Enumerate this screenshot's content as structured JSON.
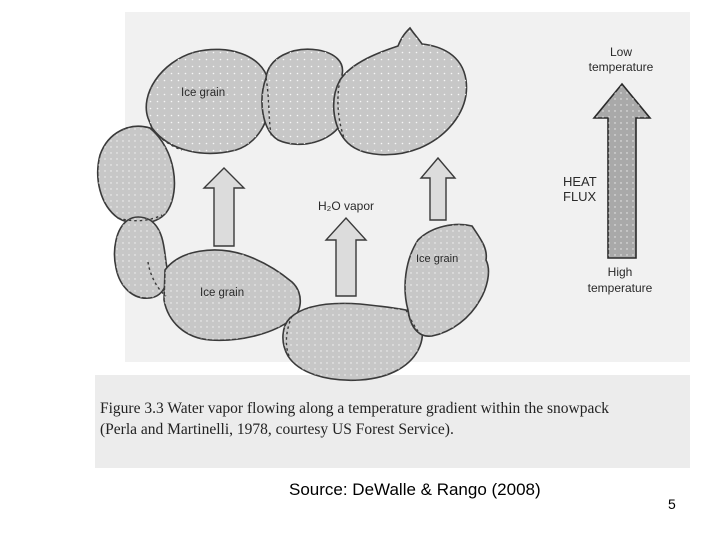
{
  "diagram": {
    "labels": {
      "ice_grain_top": "Ice grain",
      "ice_grain_right": "Ice grain",
      "ice_grain_bottom": "Ice grain",
      "h2o_vapor": "H₂O vapor",
      "heat_flux_line1": "HEAT",
      "heat_flux_line2": "FLUX",
      "low_line1": "Low",
      "low_line2": "temperature",
      "high_line1": "High",
      "high_line2": "temperature"
    },
    "caption": {
      "line1": "Figure 3.3  Water vapor flowing along a temperature gradient within the snowpack",
      "line2": "(Perla and Martinelli, 1978, courtesy US Forest Service)."
    }
  },
  "footer": {
    "source": "Source: DeWalle & Rango (2008)",
    "page_number": "5"
  },
  "colors": {
    "scan_background": "#eeeeee",
    "grain_fill": "#c7c7c7",
    "arrow_fill": "#a9a9a9",
    "outline": "#3a3a3a"
  }
}
